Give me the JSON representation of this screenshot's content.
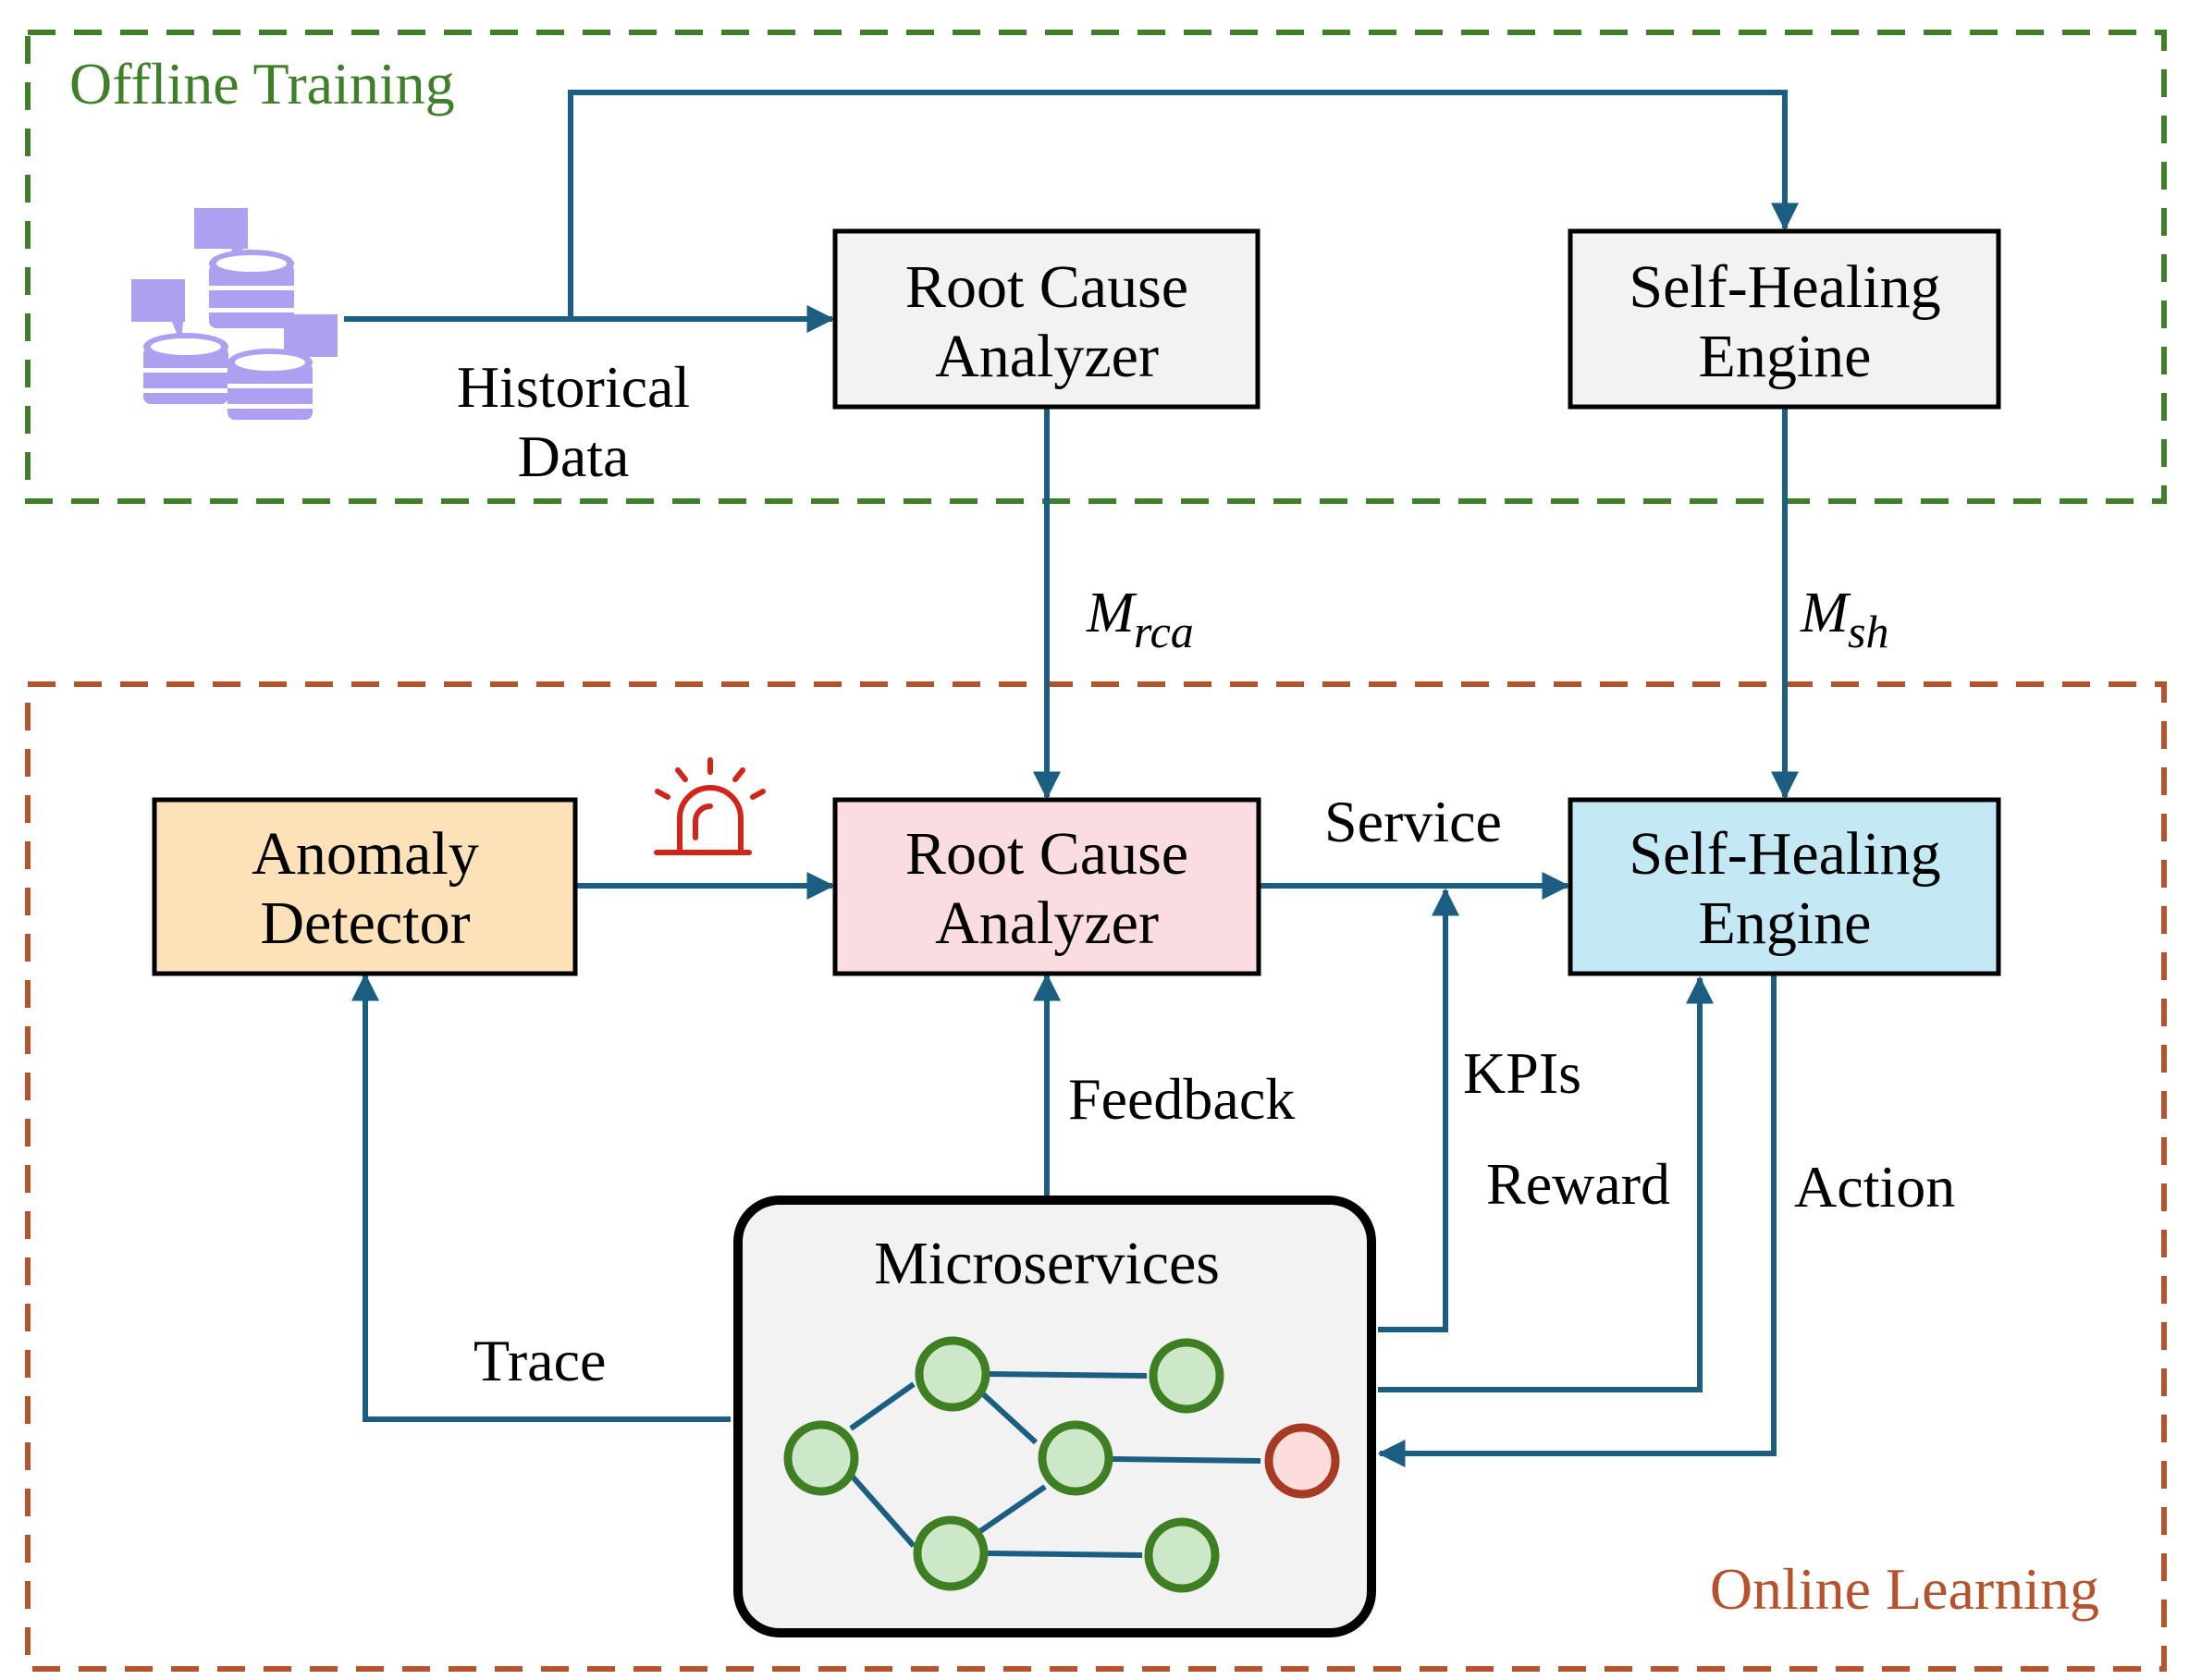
{
  "regions": {
    "offline": {
      "title": "Offline Training",
      "color": "#3f7f2a"
    },
    "online": {
      "title": "Online Learning",
      "color": "#b5532d"
    }
  },
  "colors": {
    "arrow": "#1b5e82",
    "rca_online_fill": "#fbdde1",
    "shc_online_fill": "#c5e8f5",
    "anomaly_fill": "#fde2b9",
    "offline_box_fill": "#f2f2f2",
    "micro_fill": "#f2f2f2",
    "node_fill": "#cde8c9",
    "node_stroke": "#3e7f24",
    "faulty_node_fill": "#fcdcdc",
    "faulty_node_stroke": "#a63a22",
    "db_icon": "#ae9ff0",
    "alarm_icon": "#d0261a"
  },
  "offline": {
    "rca": {
      "line1": "Root Cause",
      "line2": "Analyzer"
    },
    "shc": {
      "line1": "Self-Healing",
      "line2": "Engine"
    },
    "data": {
      "line1": "Historical",
      "line2": "Data",
      "icon": "database-icon"
    }
  },
  "online": {
    "anomaly": {
      "line1": "Anomaly",
      "line2": "Detector"
    },
    "rca": {
      "line1": "Root Cause",
      "line2": "Analyzer"
    },
    "shc": {
      "line1": "Self-Healing",
      "line2": "Engine"
    },
    "micro": {
      "title": "Microservices"
    },
    "alarm_icon": "alarm-siren-icon"
  },
  "models": {
    "rca": {
      "base": "M",
      "sub": "rca"
    },
    "sh": {
      "base": "M",
      "sub": "sh"
    }
  },
  "edges": {
    "service": "Service",
    "kpis": "KPIs",
    "reward": "Reward",
    "action": "Action",
    "feedback": "Feedback",
    "trace": "Trace"
  }
}
